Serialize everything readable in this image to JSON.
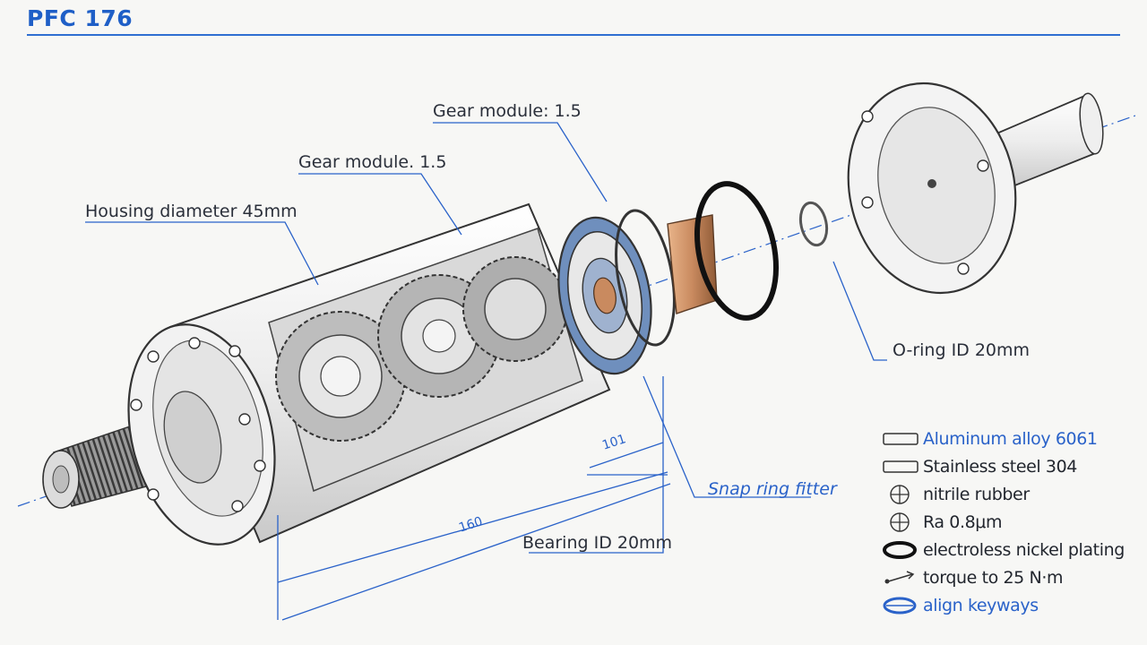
{
  "title": "PFC 176",
  "callouts": {
    "gear_module_top": "Gear module: 1.5",
    "gear_module_mid": "Gear module. 1.5",
    "housing_diameter": "Housing diameter 45mm",
    "oring_id": "O-ring ID 20mm",
    "snap_ring": "Snap ring fitter",
    "bearing_id": "Bearing ID 20mm"
  },
  "dimensions": {
    "short": "101",
    "long": "160"
  },
  "legend": [
    {
      "symbol": "rect-icon",
      "label": "Aluminum alloy 6061"
    },
    {
      "symbol": "rect-icon",
      "label": "Stainless steel 304"
    },
    {
      "symbol": "crosshair-icon",
      "label": "nitrile rubber"
    },
    {
      "symbol": "crosshair-icon",
      "label": "Ra 0.8μm"
    },
    {
      "symbol": "thick-ellipse-icon",
      "label": "electroless nickel plating"
    },
    {
      "symbol": "torque-arrow-icon",
      "label": "torque to 25 N·m"
    },
    {
      "symbol": "blue-ellipse-icon",
      "label": "align keyways",
      "color": "#2a62c9"
    }
  ],
  "colors": {
    "accent": "#2a62c9",
    "ink": "#3a3a3a",
    "copper": "#c98a5f",
    "bearing_blue": "#5b79a8"
  }
}
